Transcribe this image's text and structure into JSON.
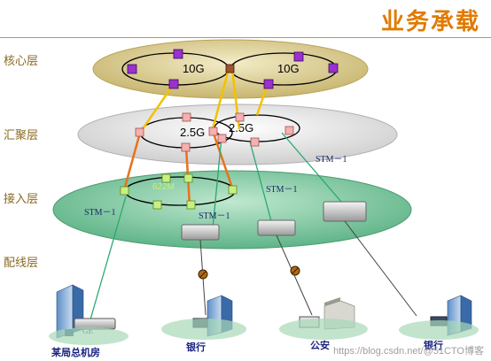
{
  "title": "业务承载",
  "layers": {
    "core": "核心层",
    "aggregation": "汇聚层",
    "access": "接入层",
    "distribution": "配线层"
  },
  "rings": {
    "core_left": "10G",
    "core_right": "10G",
    "agg_left": "2.5G",
    "agg_right": "2.5G",
    "access": "622M"
  },
  "links": {
    "stm_access_left": "STM－1",
    "stm_access_mid": "STM－1",
    "stm_access_right": "STM－1",
    "stm_agg_right": "STM－1",
    "ge": "GE"
  },
  "sites": {
    "bureau": "某局总机房",
    "bank1": "银行",
    "police": "公安",
    "bank2": "银行"
  },
  "watermark": "https://blog.csdn.net/@51CTO博客",
  "colors": {
    "core": "#d6c98a",
    "aggregation": "#e8e8e8",
    "access": "#7ec8a0",
    "node_core": "#9b30d0",
    "node_agg": "#f5b0b0",
    "node_access": "#c8f080",
    "title": "#e07a00"
  }
}
